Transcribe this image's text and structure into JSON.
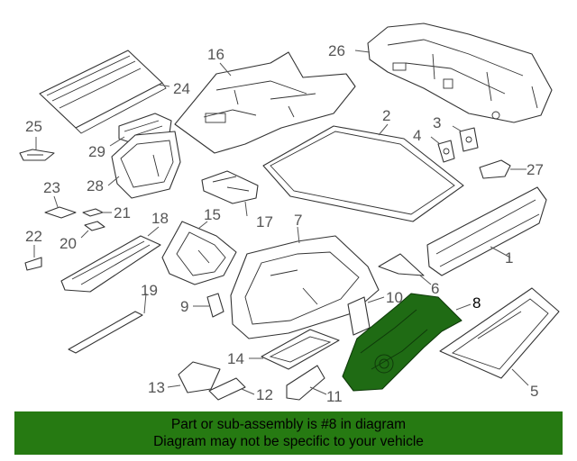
{
  "diagram": {
    "callouts": [
      "1",
      "2",
      "3",
      "4",
      "5",
      "6",
      "7",
      "8",
      "9",
      "10",
      "11",
      "12",
      "13",
      "14",
      "15",
      "16",
      "17",
      "18",
      "19",
      "20",
      "21",
      "22",
      "23",
      "24",
      "25",
      "26",
      "27",
      "28",
      "29"
    ],
    "highlighted_part": "8",
    "colors": {
      "highlight": "#1f6b14",
      "banner": "#267a12",
      "line": "#333333"
    }
  },
  "banner": {
    "line1": "Part or sub-assembly is #8 in diagram",
    "line2": "Diagram may not be specific to your vehicle"
  }
}
